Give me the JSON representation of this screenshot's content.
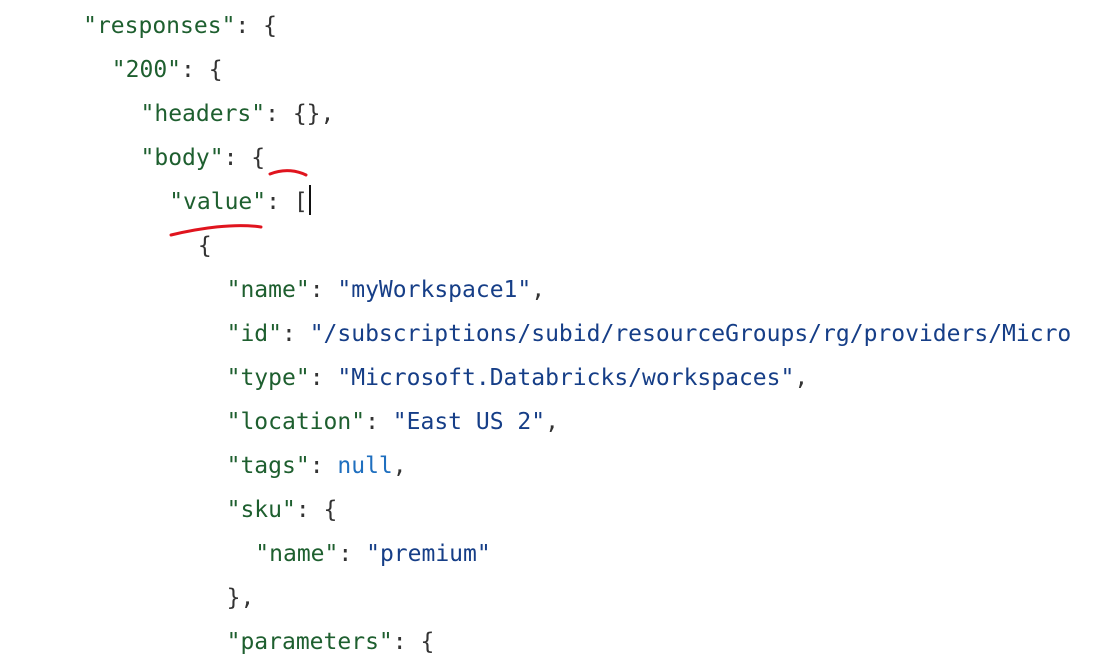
{
  "editor": {
    "lines": [
      {
        "indent": 3,
        "tokens": [
          {
            "t": "k",
            "v": "\"responses\""
          },
          {
            "t": "p",
            "v": ": {"
          }
        ]
      },
      {
        "indent": 4,
        "tokens": [
          {
            "t": "k",
            "v": "\"200\""
          },
          {
            "t": "p",
            "v": ": {"
          }
        ]
      },
      {
        "indent": 5,
        "tokens": [
          {
            "t": "k",
            "v": "\"headers\""
          },
          {
            "t": "p",
            "v": ": {},"
          }
        ]
      },
      {
        "indent": 5,
        "tokens": [
          {
            "t": "k",
            "v": "\"body\""
          },
          {
            "t": "p",
            "v": ": {"
          }
        ]
      },
      {
        "indent": 6,
        "tokens": [
          {
            "t": "k",
            "v": "\"value\""
          },
          {
            "t": "p",
            "v": ": ["
          }
        ],
        "caret": true
      },
      {
        "indent": 7,
        "tokens": [
          {
            "t": "p",
            "v": "{"
          }
        ]
      },
      {
        "indent": 8,
        "tokens": [
          {
            "t": "k",
            "v": "\"name\""
          },
          {
            "t": "p",
            "v": ": "
          },
          {
            "t": "s",
            "v": "\"myWorkspace1\""
          },
          {
            "t": "p",
            "v": ","
          }
        ]
      },
      {
        "indent": 8,
        "tokens": [
          {
            "t": "k",
            "v": "\"id\""
          },
          {
            "t": "p",
            "v": ": "
          },
          {
            "t": "s",
            "v": "\"/subscriptions/subid/resourceGroups/rg/providers/Micro"
          }
        ]
      },
      {
        "indent": 8,
        "tokens": [
          {
            "t": "k",
            "v": "\"type\""
          },
          {
            "t": "p",
            "v": ": "
          },
          {
            "t": "s",
            "v": "\"Microsoft.Databricks/workspaces\""
          },
          {
            "t": "p",
            "v": ","
          }
        ]
      },
      {
        "indent": 8,
        "tokens": [
          {
            "t": "k",
            "v": "\"location\""
          },
          {
            "t": "p",
            "v": ": "
          },
          {
            "t": "s",
            "v": "\"East US 2\""
          },
          {
            "t": "p",
            "v": ","
          }
        ]
      },
      {
        "indent": 8,
        "tokens": [
          {
            "t": "k",
            "v": "\"tags\""
          },
          {
            "t": "p",
            "v": ": "
          },
          {
            "t": "n",
            "v": "null"
          },
          {
            "t": "p",
            "v": ","
          }
        ]
      },
      {
        "indent": 8,
        "tokens": [
          {
            "t": "k",
            "v": "\"sku\""
          },
          {
            "t": "p",
            "v": ": {"
          }
        ]
      },
      {
        "indent": 9,
        "tokens": [
          {
            "t": "k",
            "v": "\"name\""
          },
          {
            "t": "p",
            "v": ": "
          },
          {
            "t": "s",
            "v": "\"premium\""
          }
        ]
      },
      {
        "indent": 8,
        "tokens": [
          {
            "t": "p",
            "v": "},"
          }
        ]
      },
      {
        "indent": 8,
        "tokens": [
          {
            "t": "k",
            "v": "\"parameters\""
          },
          {
            "t": "p",
            "v": ": {"
          }
        ]
      }
    ],
    "annotation_color": "#e0141e"
  }
}
